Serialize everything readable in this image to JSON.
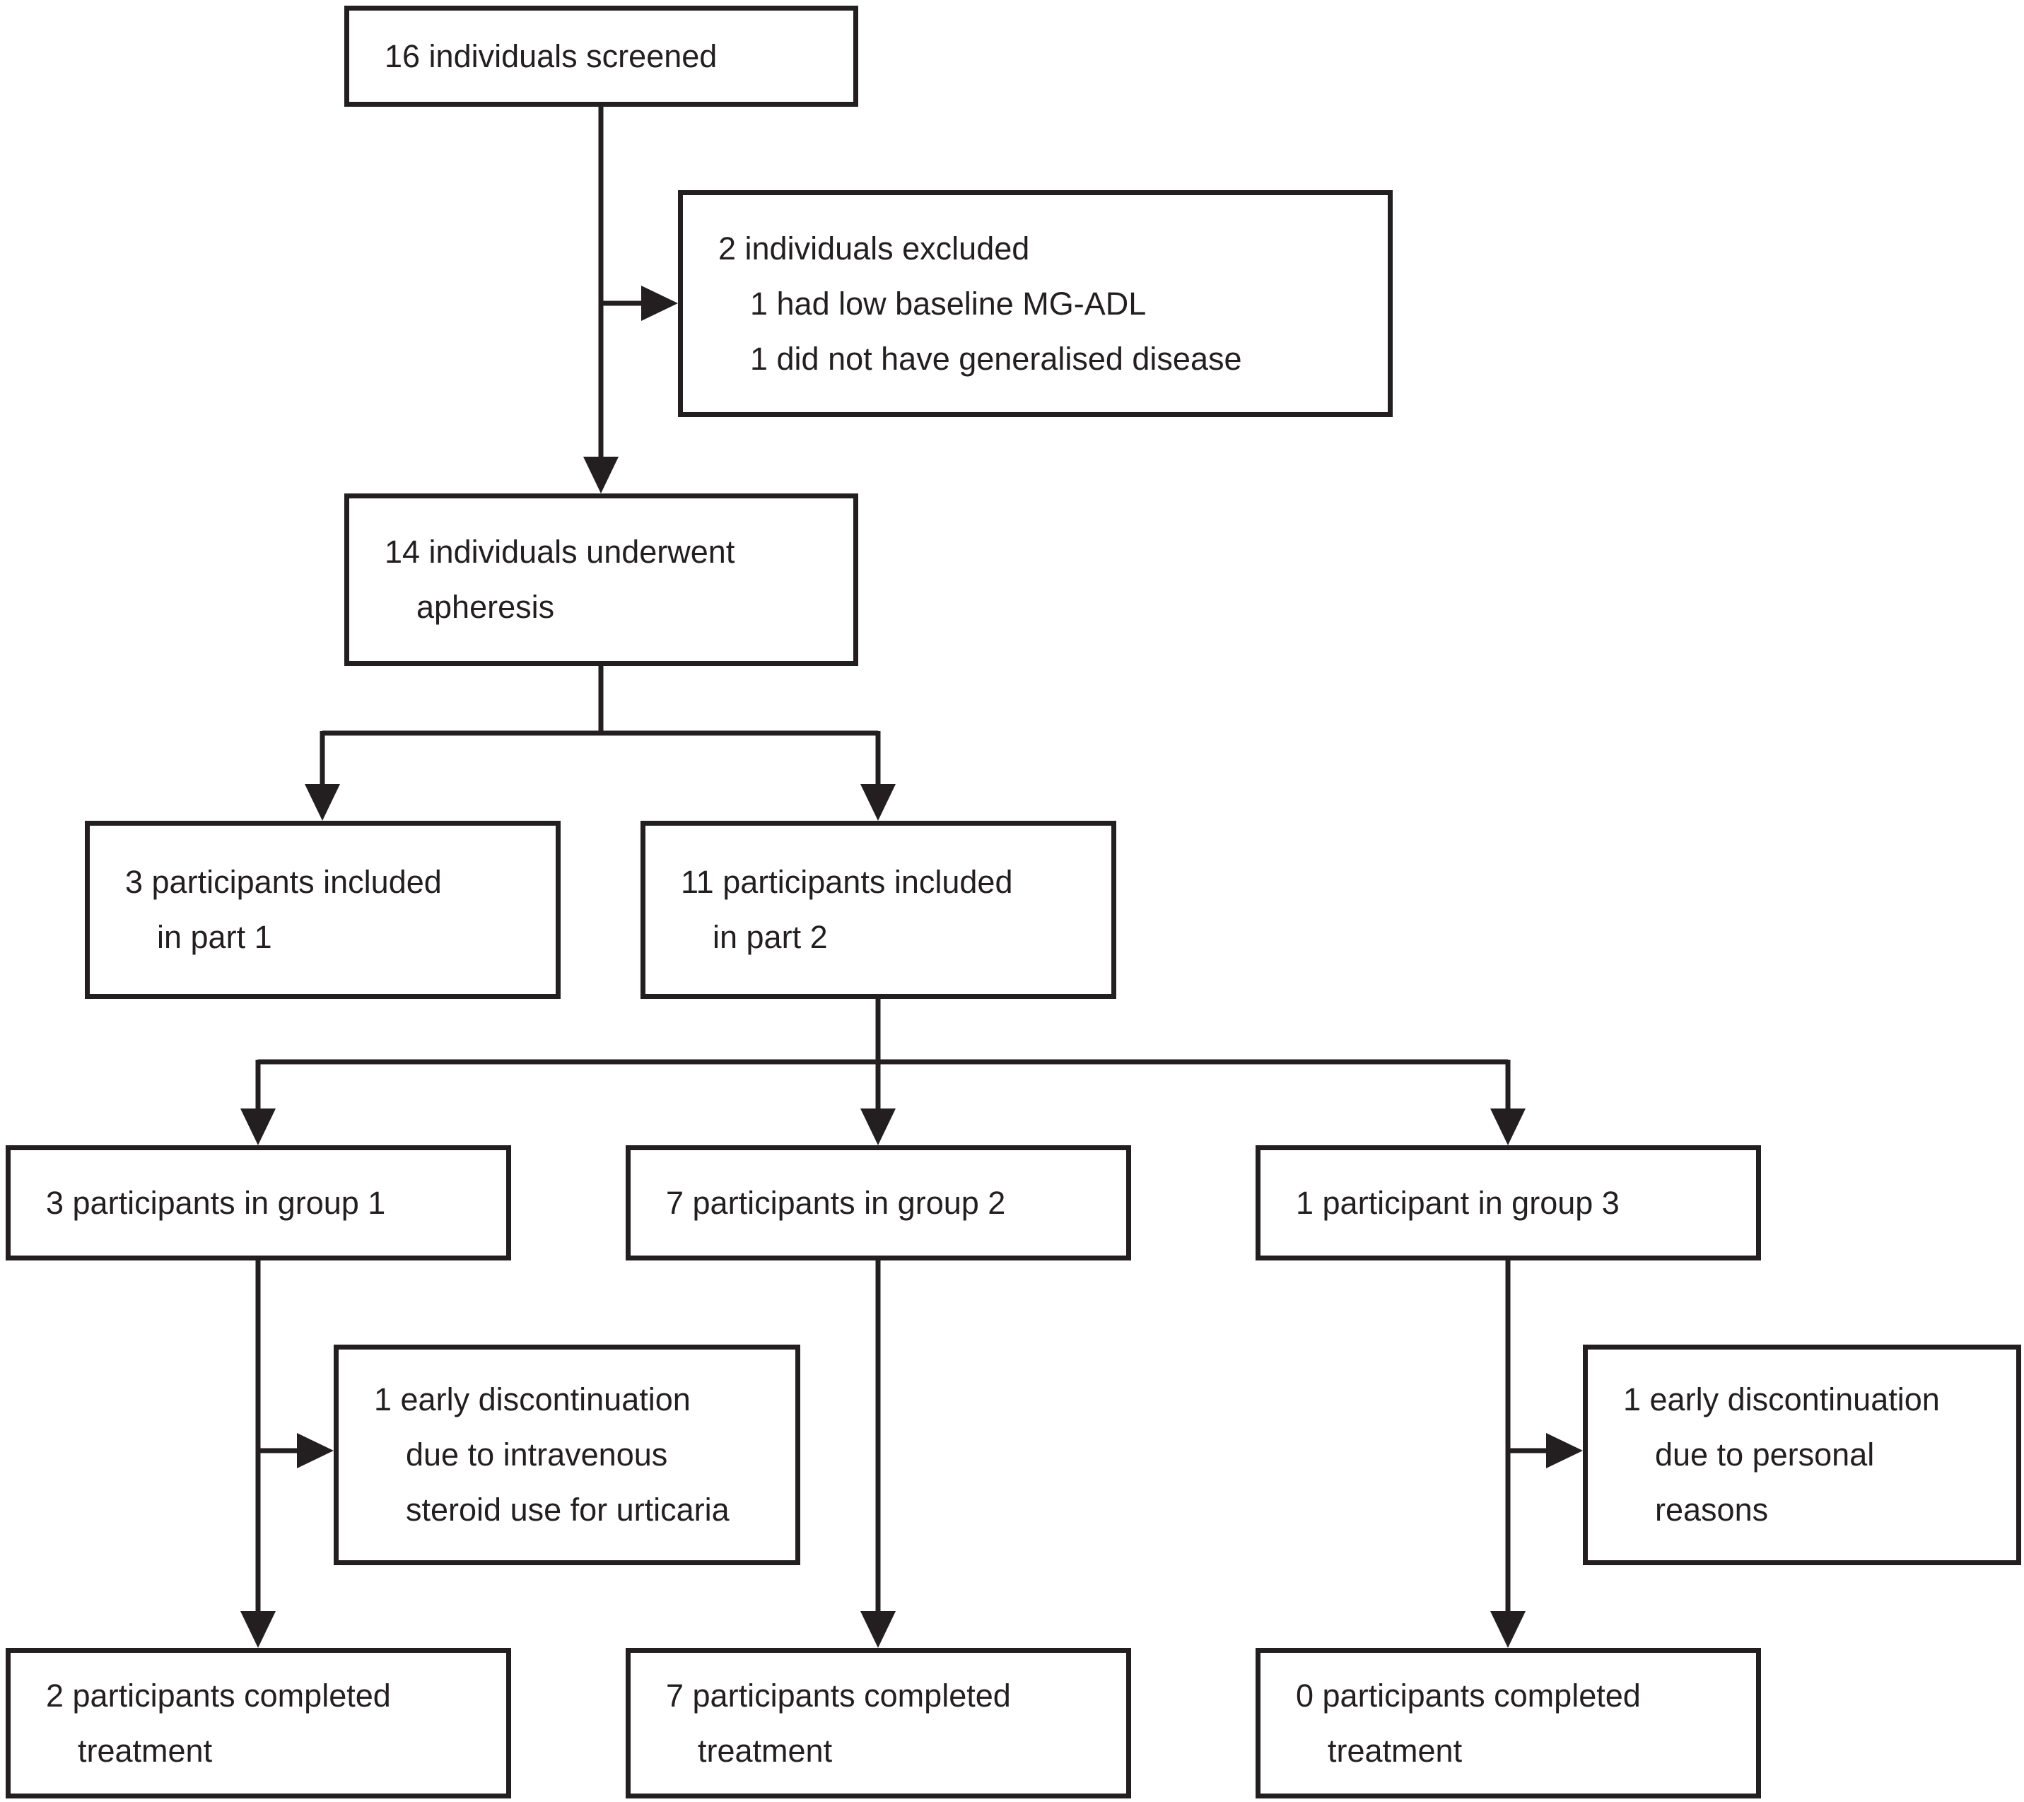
{
  "colors": {
    "line": "#231f20",
    "text": "#231f20",
    "bg": "#ffffff"
  },
  "nodes": {
    "screened": {
      "lines": [
        "16 individuals screened"
      ]
    },
    "excluded": {
      "lines": [
        "2 individuals excluded",
        "1 had low baseline MG-ADL",
        "1 did not have generalised disease"
      ]
    },
    "apheresis": {
      "lines": [
        "14 individuals underwent",
        "apheresis"
      ]
    },
    "part1": {
      "lines": [
        "3 participants included",
        "in part 1"
      ]
    },
    "part2": {
      "lines": [
        "11 participants included",
        "in part 2"
      ]
    },
    "group1": {
      "lines": [
        "3 participants in group 1"
      ]
    },
    "group2": {
      "lines": [
        "7 participants in group 2"
      ]
    },
    "group3": {
      "lines": [
        "1 participant in group 3"
      ]
    },
    "disc1": {
      "lines": [
        "1 early discontinuation",
        "due to intravenous",
        "steroid use for urticaria"
      ]
    },
    "disc3": {
      "lines": [
        "1 early discontinuation",
        "due to personal",
        "reasons"
      ]
    },
    "completed1": {
      "lines": [
        "2 participants completed",
        "treatment"
      ]
    },
    "completed2": {
      "lines": [
        "7 participants completed",
        "treatment"
      ]
    },
    "completed3": {
      "lines": [
        "0 participants completed",
        "treatment"
      ]
    }
  }
}
